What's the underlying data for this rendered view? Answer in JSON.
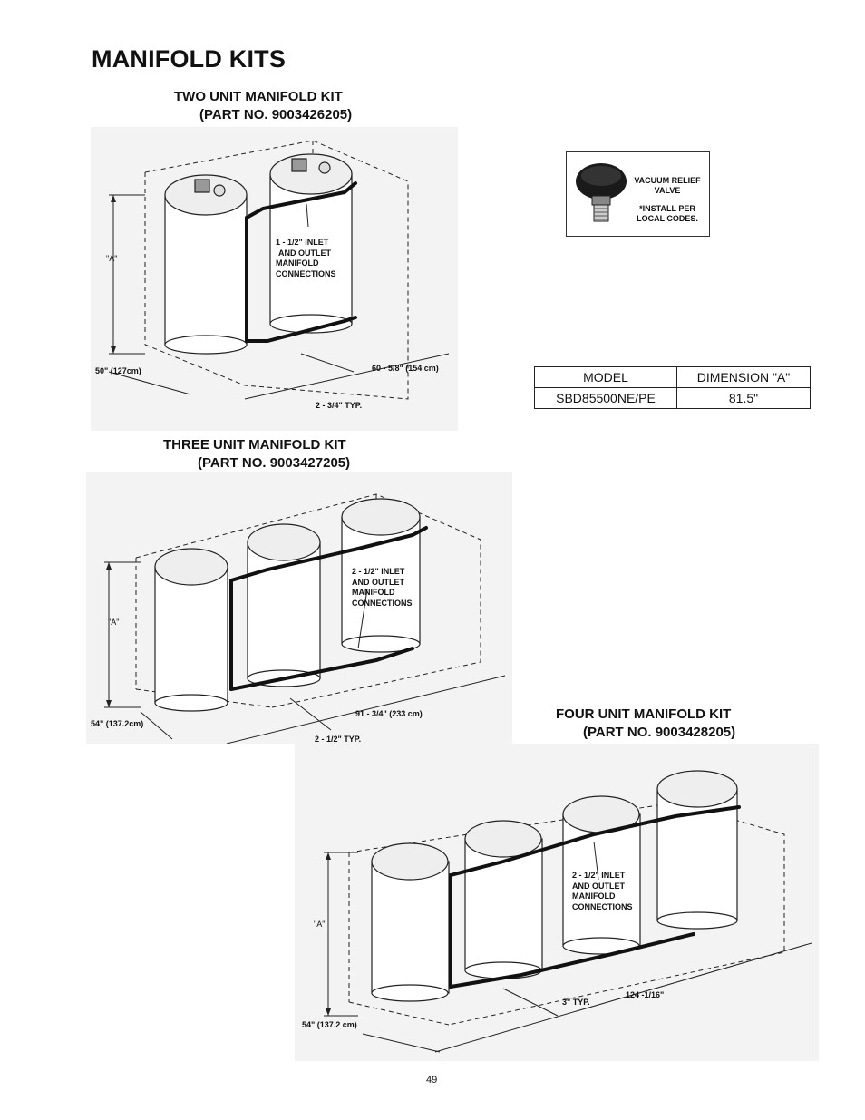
{
  "page": {
    "title": "MANIFOLD KITS",
    "page_number": "49"
  },
  "two_unit": {
    "title_line1": "TWO UNIT MANIFOLD KIT",
    "title_line2": "(PART NO. 9003426205)",
    "dim_a": "\"A\"",
    "callout": [
      "1 - 1/2\" INLET",
      "AND OUTLET",
      "MANIFOLD",
      "CONNECTIONS"
    ],
    "depth": "50\" (127cm)",
    "width": "60 - 5/8\" (154 cm)",
    "spacing": "2 - 3/4\" TYP."
  },
  "three_unit": {
    "title_line1": "THREE UNIT MANIFOLD KIT",
    "title_line2": "(PART NO. 9003427205)",
    "dim_a": "\"A\"",
    "callout": [
      "2 - 1/2\" INLET",
      "AND OUTLET",
      "MANIFOLD",
      "CONNECTIONS"
    ],
    "depth": "54\" (137.2cm)",
    "width": "91 - 3/4\" (233 cm)",
    "spacing": "2 - 1/2\" TYP."
  },
  "four_unit": {
    "title_line1": "FOUR UNIT MANIFOLD KIT",
    "title_line2": "(PART NO. 9003428205)",
    "dim_a": "\"A\"",
    "callout": [
      "2 - 1/2\" INLET",
      "AND OUTLET",
      "MANIFOLD",
      "CONNECTIONS"
    ],
    "depth": "54\" (137.2 cm)",
    "width": "124 -1/16\"",
    "spacing": "3\" TYP."
  },
  "vacuum_relief": {
    "line1": "VACUUM RELIEF",
    "line2": "VALVE",
    "line3": "*INSTALL PER",
    "line4": "LOCAL CODES."
  },
  "dimension_table": {
    "headers": [
      "MODEL",
      "DIMENSION \"A\""
    ],
    "rows": [
      [
        "SBD85500NE/PE",
        "81.5\""
      ]
    ]
  }
}
